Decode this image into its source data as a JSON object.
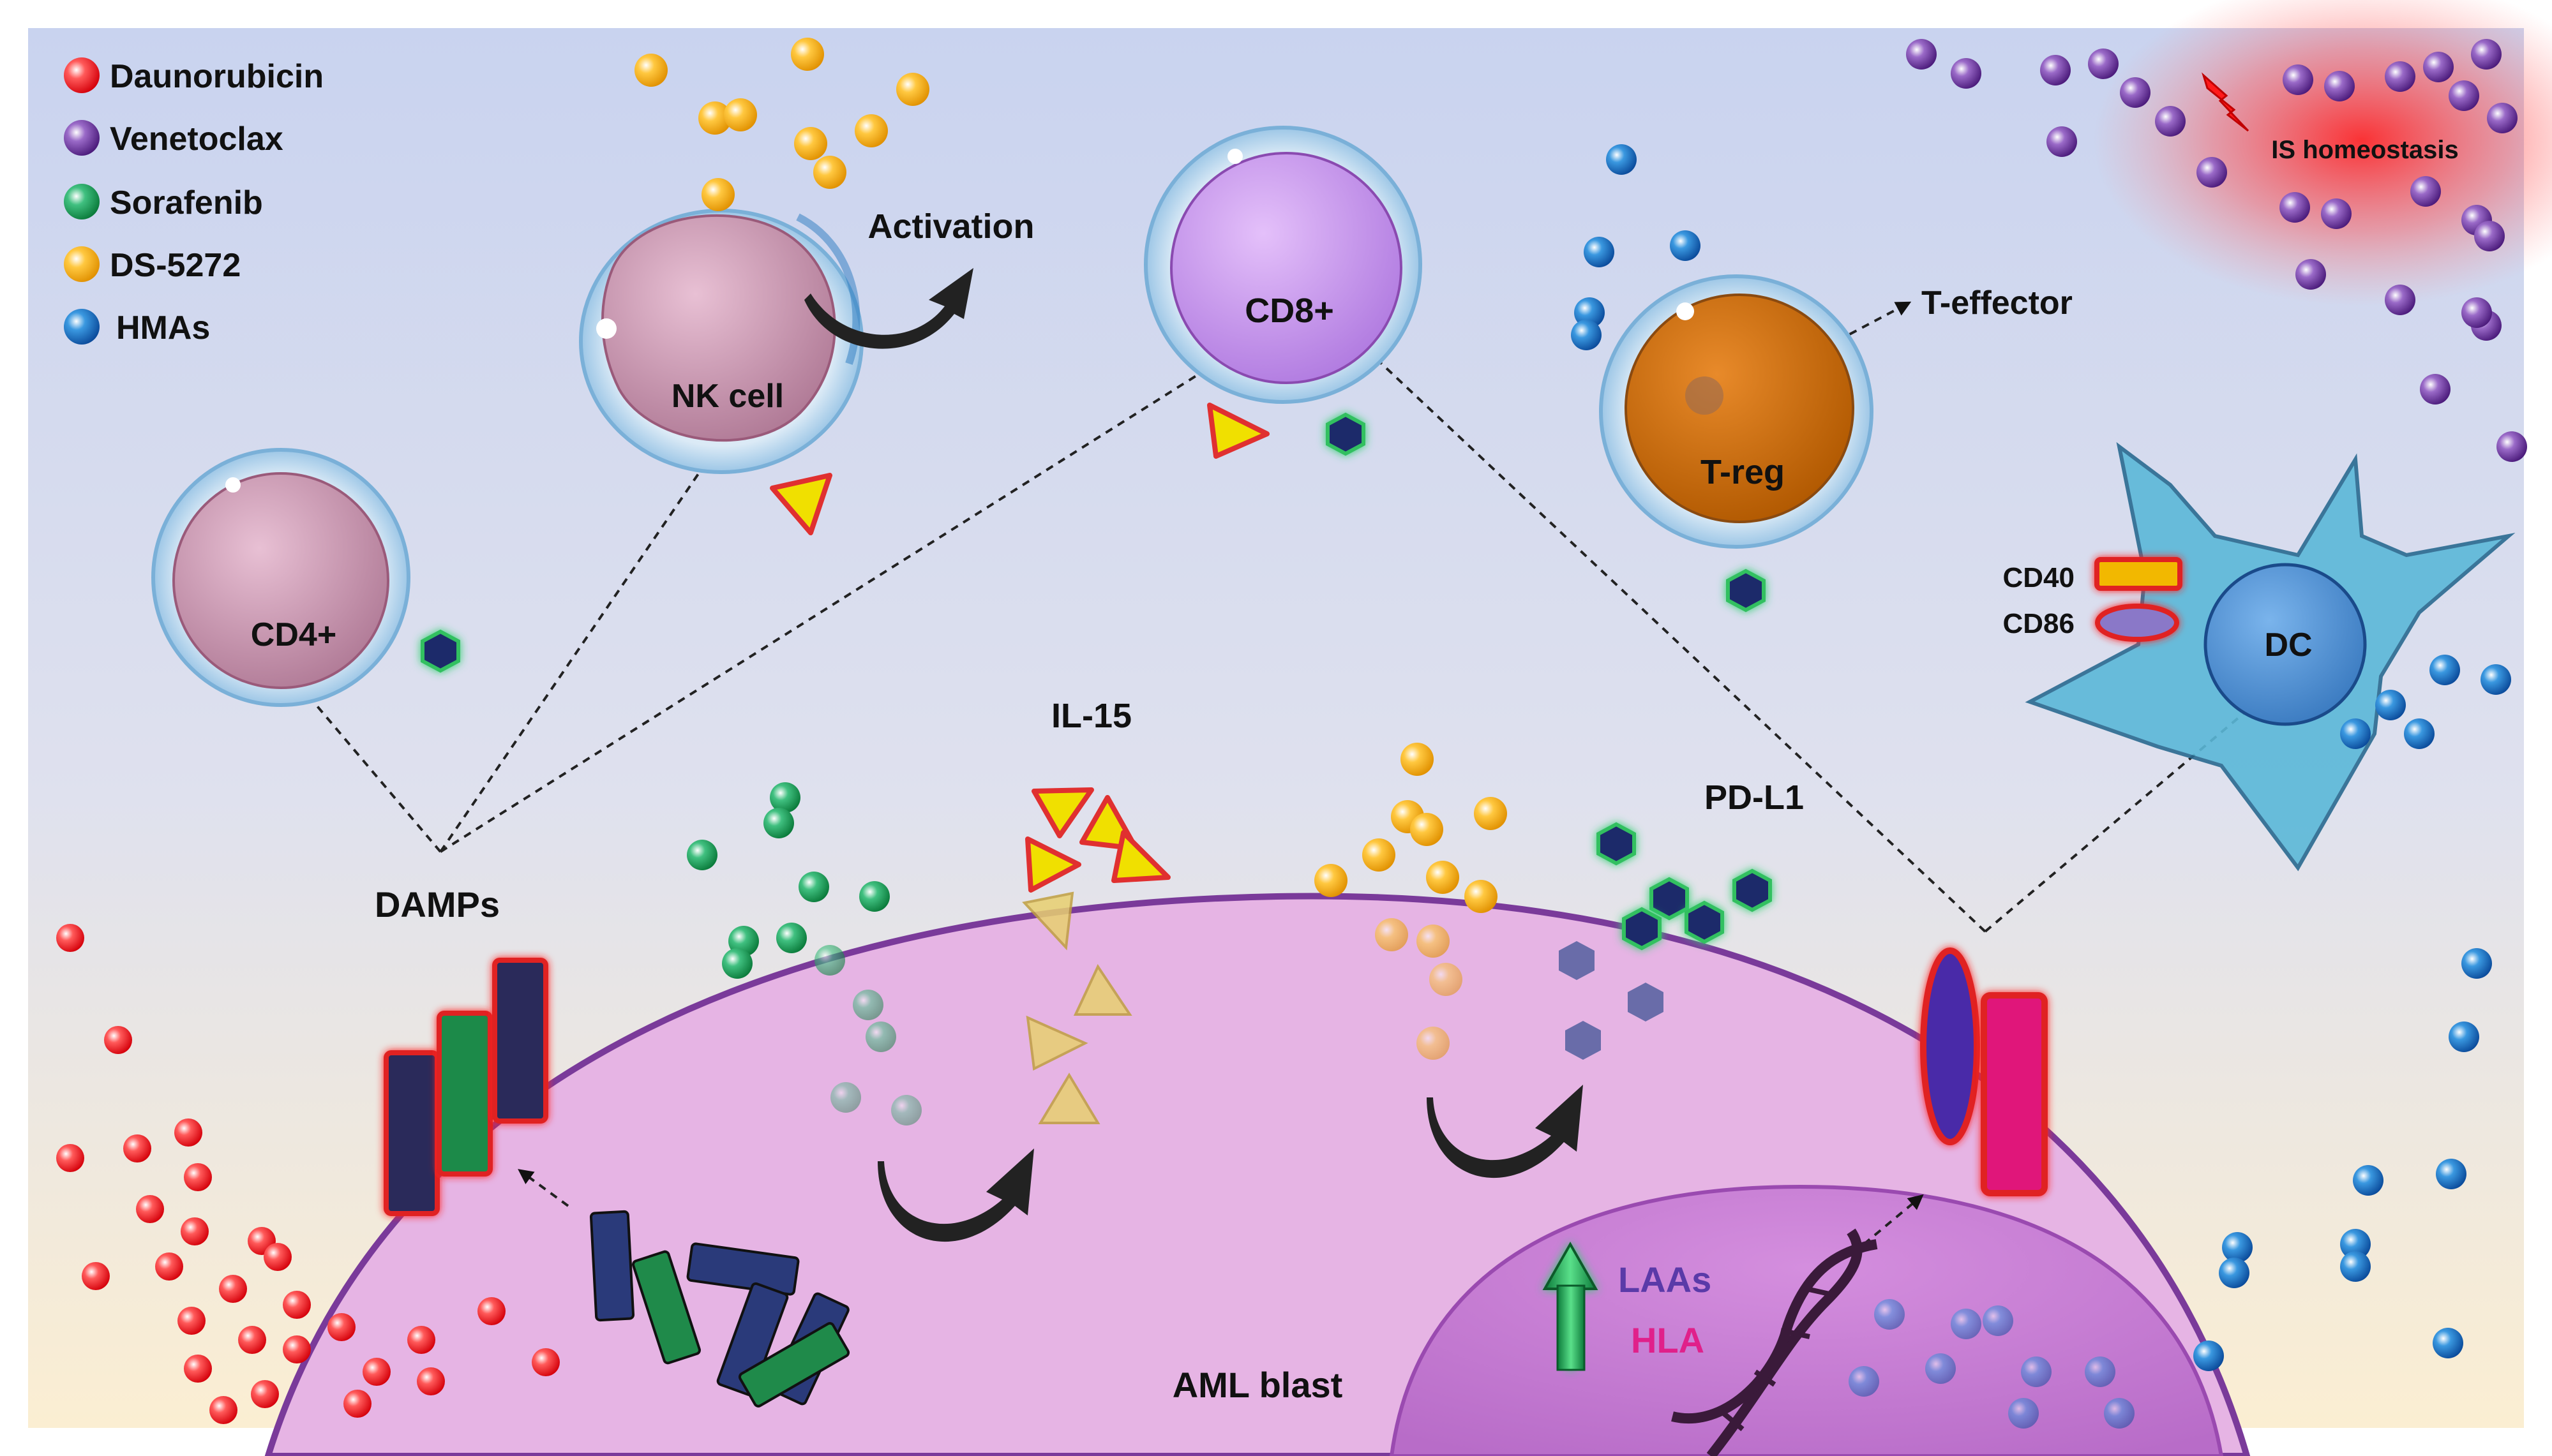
{
  "legend": {
    "items": [
      {
        "label": "Daunorubicin",
        "color": "#e8141c"
      },
      {
        "label": "Venetoclax",
        "color": "#6a2a9a"
      },
      {
        "label": "Sorafenib",
        "color": "#1f9e5a"
      },
      {
        "label": "DS-5272",
        "color": "#f0a818"
      },
      {
        "label": "HMAs",
        "color": "#1a78c8"
      }
    ]
  },
  "labels": {
    "activation": "Activation",
    "nk_cell": "NK cell",
    "cd8": "CD8+",
    "cd4": "CD4+",
    "t_effector": "T-effector",
    "t_reg": "T-reg",
    "is_homeostasis": "IS homeostasis",
    "cd40": "CD40",
    "cd86": "CD86",
    "dc": "DC",
    "il15": "IL-15",
    "pdl1": "PD-L1",
    "damps": "DAMPs",
    "laas": "LAAs",
    "hla": "HLA",
    "aml_blast": "AML blast"
  },
  "colors": {
    "laas": "#5a3aa8",
    "hla": "#e0208a",
    "membrane": "#7a3a9a",
    "cell_body": "#e6b4e4",
    "dc_body": "#4aa8c8"
  }
}
